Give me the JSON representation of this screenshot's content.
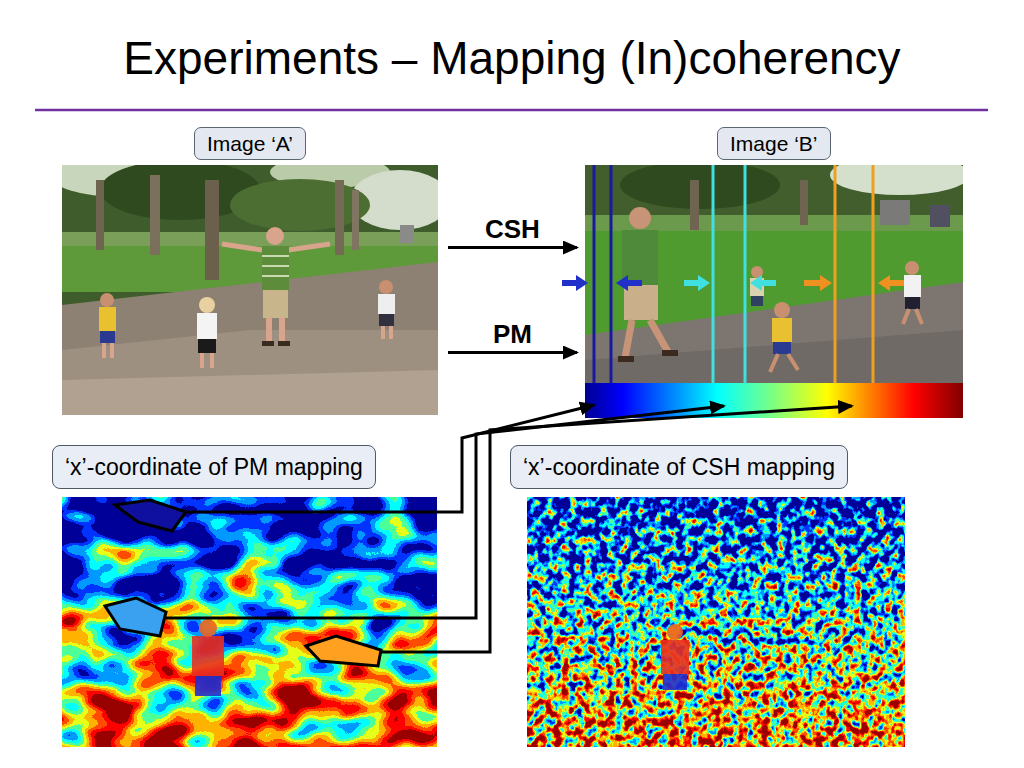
{
  "diagram": {
    "title": "Experiments – Mapping (In)coherency",
    "nodes": [
      {
        "text": [
          "Image ‘A’"
        ]
      },
      {
        "text": [
          "Image ‘B’"
        ]
      },
      {
        "text": [
          "‘x’-coordinate of PM mapping"
        ]
      },
      {
        "text": [
          "‘x’-coordinate of CSH mapping"
        ]
      }
    ],
    "edges": [
      {
        "from": 0,
        "to": 1,
        "label": "CSH",
        "arrow": "to"
      },
      {
        "from": 0,
        "to": 1,
        "label": "PM",
        "arrow": "to"
      }
    ]
  }
}
